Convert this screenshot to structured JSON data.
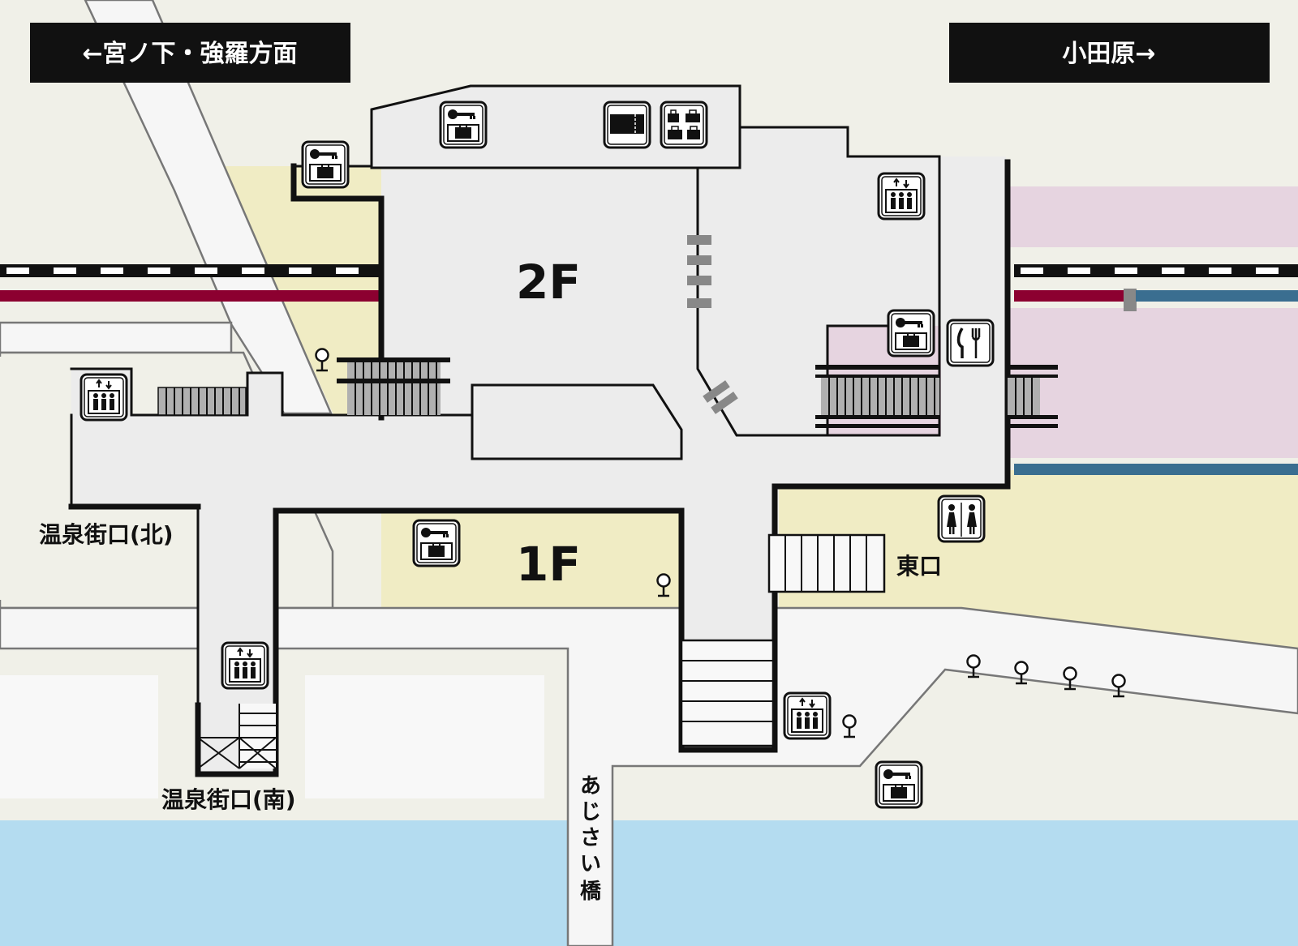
{
  "banners": {
    "left": "←宮ノ下・強羅方面",
    "right": "小田原→"
  },
  "floors": {
    "upper": "2F",
    "lower": "1F"
  },
  "exits": {
    "onsen_north": "温泉街口(北)",
    "onsen_south": "温泉街口(南)",
    "east": "東口"
  },
  "bridge": {
    "label": "あじさい橋",
    "chars": [
      "あ",
      "じ",
      "さ",
      "い",
      "橋"
    ]
  },
  "colors": {
    "background": "#f0f0e8",
    "station_floor": "#ececec",
    "yellow_area": "#f0ecc4",
    "pink_area": "#e6d4e0",
    "river": "#b4dcf0",
    "rail_red": "#8c0030",
    "rail_blue": "#3a6e90",
    "road": "#f6f6f6"
  },
  "icons": [
    "coin-locker-icon",
    "ticket-gate-icon",
    "luggage-storage-icon",
    "elevator-icon",
    "restaurant-icon",
    "restroom-icon",
    "tree-icon",
    "escalator",
    "stairs"
  ]
}
